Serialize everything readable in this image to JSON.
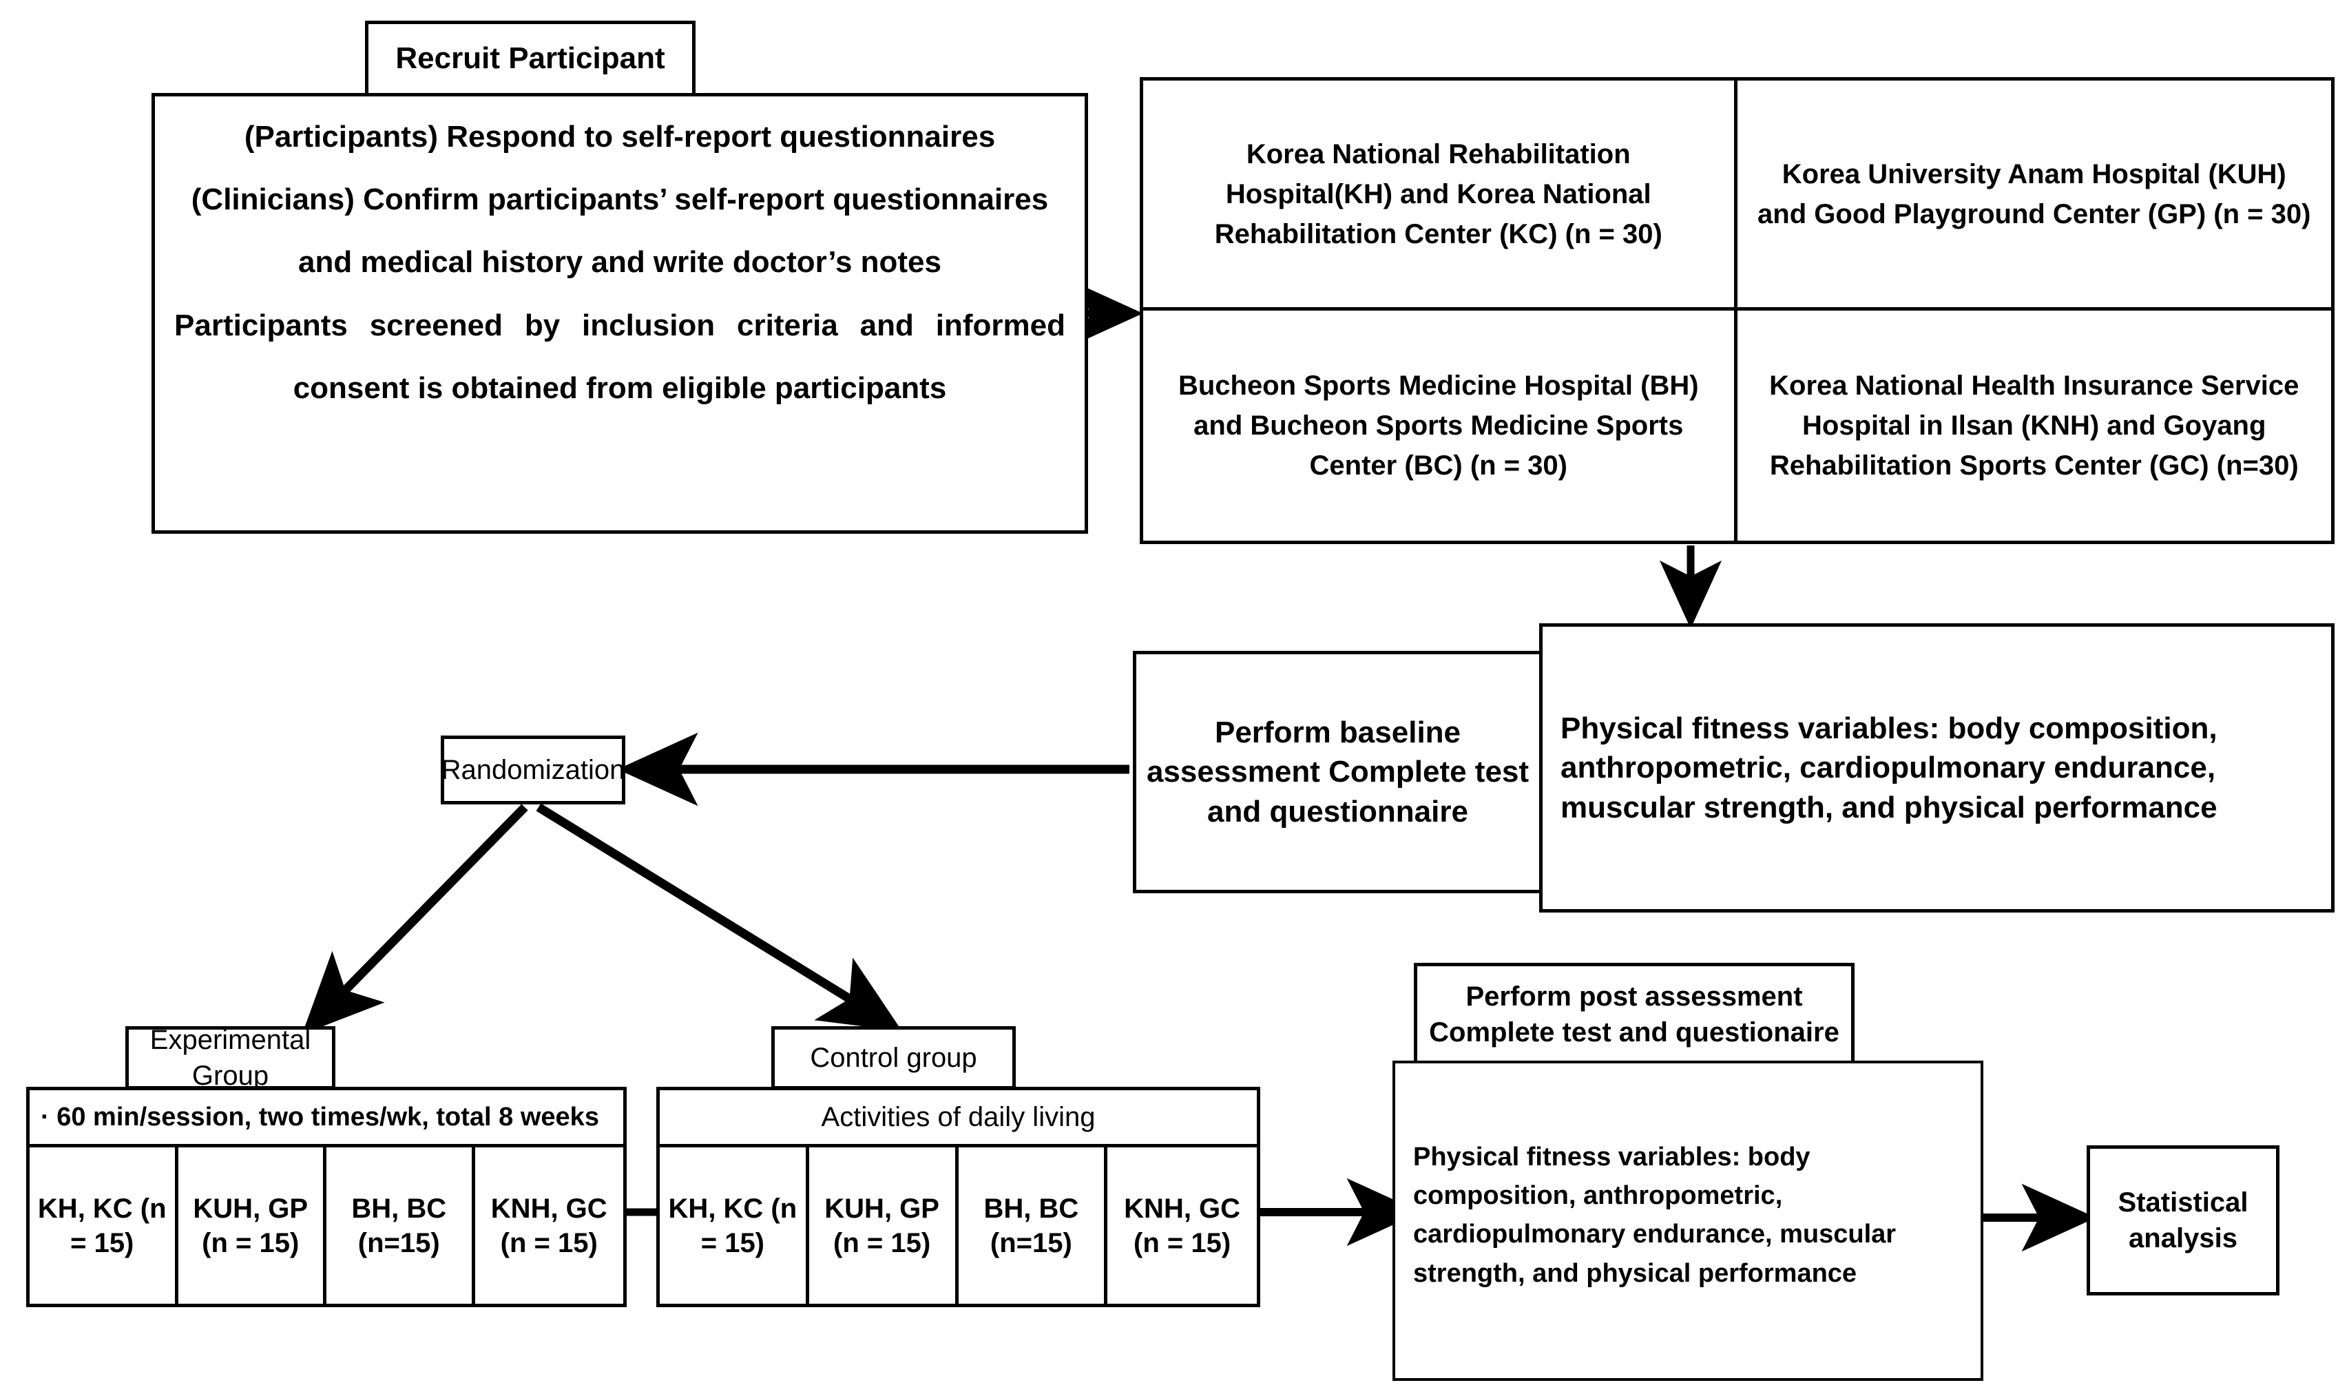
{
  "recruit": {
    "title": "Recruit Participant",
    "lines": [
      "(Participants) Respond to self-report questionnaires",
      "(Clinicians) Confirm participants’ self-report questionnaires",
      "and medical history and write doctor’s notes",
      "Participants screened by inclusion criteria and informed",
      "consent is obtained from eligible participants"
    ]
  },
  "sites": [
    "Korea National Rehabilitation Hospital(KH) and Korea National Rehabilitation Center (KC) (n = 30)",
    "Korea University Anam Hospital (KUH) and Good Playground Center (GP) (n = 30)",
    "Bucheon Sports Medicine Hospital (BH) and Bucheon Sports Medicine Sports Center (BC) (n = 30)",
    "Korea National Health Insurance Service Hospital in Ilsan (KNH) and Goyang Rehabilitation Sports Center (GC) (n=30)"
  ],
  "baseline": {
    "text": "Perform baseline assessment Complete test and questionnaire"
  },
  "fitness_baseline": {
    "text": "Physical fitness variables: body composition, anthropometric, cardiopulmonary endurance, muscular strength, and physical performance"
  },
  "randomization": {
    "label": "Randomization"
  },
  "experimental": {
    "title": "Experimental Group",
    "description": "· 60 min/session, two times/wk, total 8 weeks",
    "cells": [
      "KH, KC (n = 15)",
      "KUH, GP (n = 15)",
      "BH, BC (n=15)",
      "KNH, GC (n = 15)"
    ]
  },
  "control": {
    "title": "Control group",
    "description": "Activities of daily living",
    "cells": [
      "KH, KC (n = 15)",
      "KUH, GP (n = 15)",
      "BH, BC (n=15)",
      "KNH, GC (n = 15)"
    ]
  },
  "post": {
    "title": "Perform post assessment Complete test and questionaire",
    "text": "Physical fitness variables: body composition, anthropometric, cardiopulmonary endurance, muscular strength, and physical performance"
  },
  "statistical": {
    "label": "Statistical analysis"
  },
  "colors": {
    "line": "#000000",
    "background": "#ffffff",
    "text": "#000000"
  }
}
